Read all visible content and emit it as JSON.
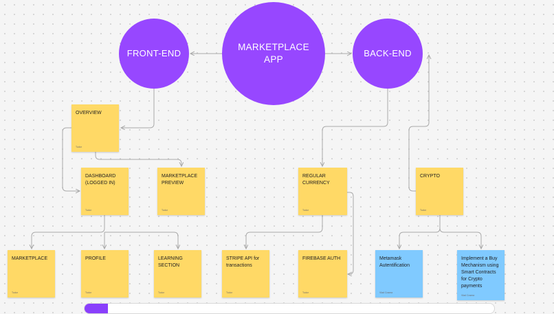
{
  "circles": {
    "marketplace_app": "MARKETPLACE\nAPP",
    "front_end": "FRONT-END",
    "back_end": "BACK-END"
  },
  "notes": {
    "overview": {
      "text": "OVERVIEW",
      "author": "Tudor"
    },
    "dashboard": {
      "text": "DASHBOARD\n(LOGGED IN)",
      "author": "Tudor"
    },
    "marketplace_preview": {
      "text": "MARKETPLACE\nPREVIEW",
      "author": "Tudor"
    },
    "regular_currency": {
      "text": "REGULAR\nCURRENCY",
      "author": "Tudor"
    },
    "crypto": {
      "text": "CRYPTO",
      "author": "Tudor"
    },
    "marketplace": {
      "text": "MARKETPLACE",
      "author": "Tudor"
    },
    "profile": {
      "text": "PROFILE",
      "author": "Tudor"
    },
    "learning_section": {
      "text": "LEARNING\nSECTION",
      "author": "Tudor"
    },
    "stripe_api": {
      "text": "STRIPE API for\ntransactions",
      "author": "Tudor"
    },
    "firebase_auth": {
      "text": "FIREBASE AUTH",
      "author": "Tudor"
    },
    "metamask": {
      "text": "Metamask\nAutentification",
      "author": "Vlad Cosma"
    },
    "buy_mechanism": {
      "text": "Implement a Buy\nMechanism using\nSmart Contracts\nfor Crypto\npayments",
      "author": "Vlad Cosma"
    }
  },
  "colors": {
    "circle": "#9747ff",
    "note_yellow": "#ffd966",
    "note_blue": "#80caff",
    "connector": "#a9a9a9",
    "toolbar_accent": "#8a3ffc"
  }
}
